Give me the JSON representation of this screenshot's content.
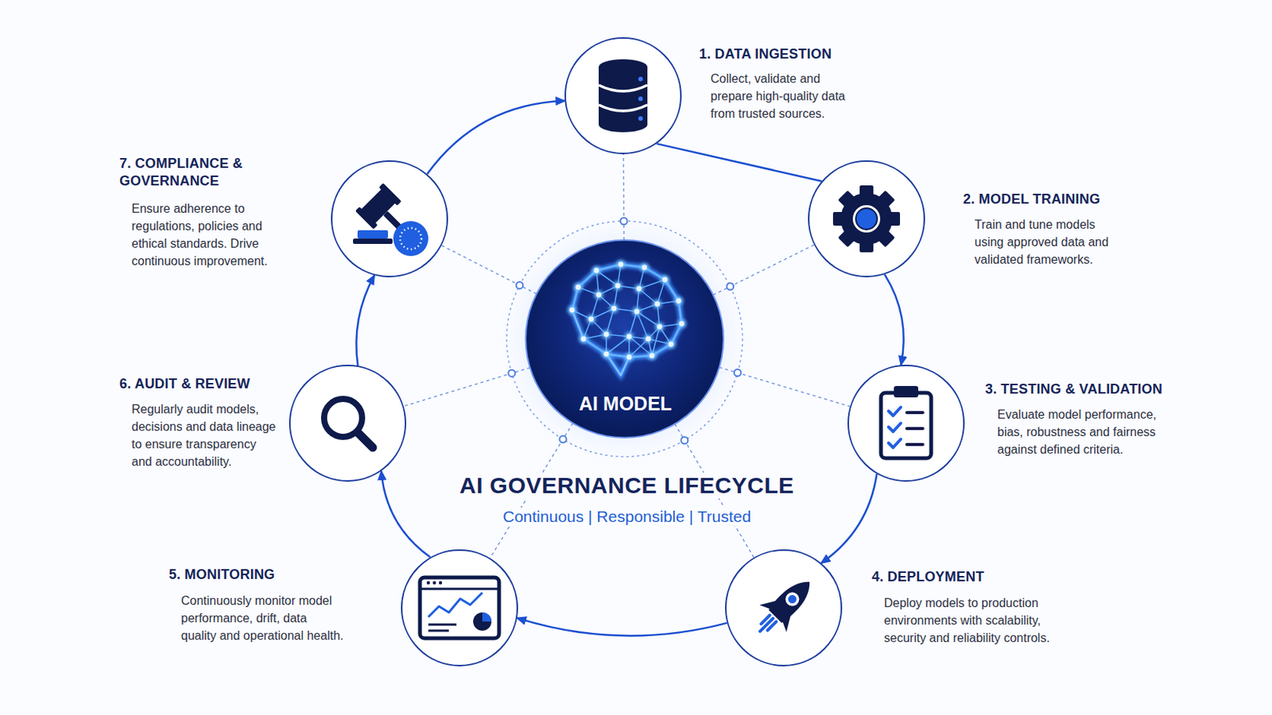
{
  "diagram": {
    "title": "AI GOVERNANCE LIFECYCLE",
    "nodes": [
      {
        "text": [
          "1. DATA INGESTION",
          "Collect, validate and prepare high-quality data from trusted sources."
        ]
      },
      {
        "text": [
          "2. MODEL TRAINING",
          "Train and tune models using approved data and validated frameworks."
        ]
      },
      {
        "text": [
          "3. TESTING & VALIDATION",
          "Evaluate model performance, bias, robustness and fairness against defined criteria."
        ]
      },
      {
        "text": [
          "4. DEPLOYMENT",
          "Deploy models to production environments with scalability, security and reliability controls."
        ]
      },
      {
        "text": [
          "5. MONITORING",
          "Continuously monitor model performance, drift, data quality and operational health."
        ]
      },
      {
        "text": [
          "6. AUDIT & REVIEW",
          "Regularly audit models, decisions and data lineage to ensure transparency and accountability."
        ]
      },
      {
        "text": [
          "7. COMPLIANCE & GOVERNANCE",
          "Ensure adherence to regulations, policies and ethical standards. Drive continuous improvement."
        ]
      },
      {
        "text": [
          "AI MODEL"
        ]
      }
    ],
    "edges": [
      {
        "from": 0,
        "to": 1,
        "arrow": "none"
      },
      {
        "from": 1,
        "to": 2,
        "arrow": "to"
      },
      {
        "from": 2,
        "to": 3,
        "arrow": "to"
      },
      {
        "from": 3,
        "to": 4,
        "arrow": "to"
      },
      {
        "from": 4,
        "to": 5,
        "arrow": "to"
      },
      {
        "from": 5,
        "to": 6,
        "arrow": "to"
      },
      {
        "from": 6,
        "to": 0,
        "arrow": "to"
      },
      {
        "from": 7,
        "to": 0,
        "arrow": "none"
      },
      {
        "from": 7,
        "to": 1,
        "arrow": "none"
      },
      {
        "from": 7,
        "to": 2,
        "arrow": "none"
      },
      {
        "from": 7,
        "to": 3,
        "arrow": "none"
      },
      {
        "from": 7,
        "to": 4,
        "arrow": "none"
      },
      {
        "from": 7,
        "to": 5,
        "arrow": "none"
      },
      {
        "from": 7,
        "to": 6,
        "arrow": "none"
      }
    ],
    "labels": [
      "Continuous | Responsible | Trusted"
    ]
  }
}
